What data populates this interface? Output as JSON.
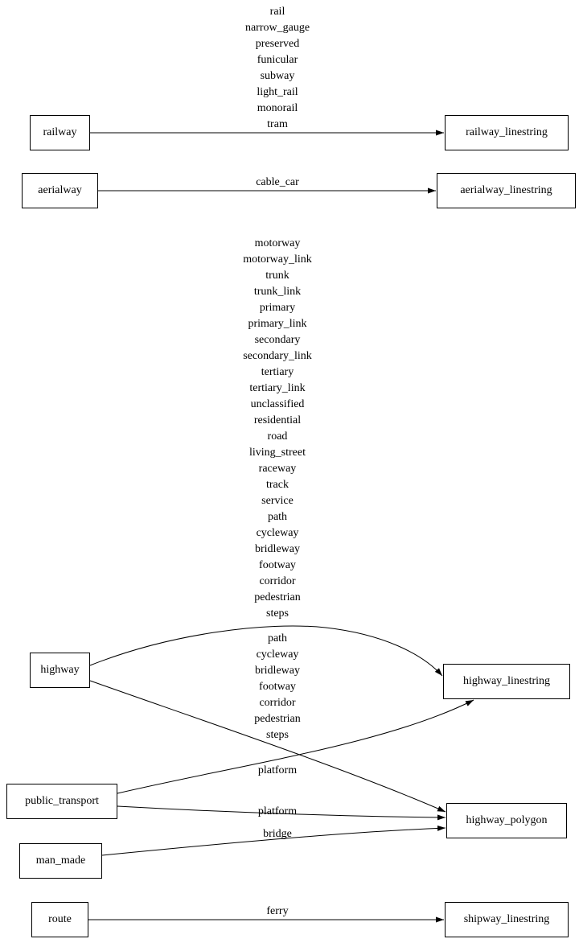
{
  "diagram": {
    "background_color": "#ffffff",
    "line_color": "#000000",
    "text_color": "#000000"
  },
  "nodes": {
    "railway": {
      "label": "railway"
    },
    "aerialway": {
      "label": "aerialway"
    },
    "highway": {
      "label": "highway"
    },
    "public_transport": {
      "label": "public_transport"
    },
    "man_made": {
      "label": "man_made"
    },
    "route": {
      "label": "route"
    },
    "railway_linestring": {
      "label": "railway_linestring"
    },
    "aerialway_linestring": {
      "label": "aerialway_linestring"
    },
    "highway_linestring": {
      "label": "highway_linestring"
    },
    "highway_polygon": {
      "label": "highway_polygon"
    },
    "shipway_linestring": {
      "label": "shipway_linestring"
    }
  },
  "edges": {
    "railway_to_railway_linestring": {
      "from": "railway",
      "to": "railway_linestring",
      "labels": [
        "rail",
        "narrow_gauge",
        "preserved",
        "funicular",
        "subway",
        "light_rail",
        "monorail",
        "tram"
      ]
    },
    "aerialway_to_aerialway_linestring": {
      "from": "aerialway",
      "to": "aerialway_linestring",
      "labels": [
        "cable_car"
      ]
    },
    "highway_to_highway_linestring": {
      "from": "highway",
      "to": "highway_linestring",
      "labels": [
        "motorway",
        "motorway_link",
        "trunk",
        "trunk_link",
        "primary",
        "primary_link",
        "secondary",
        "secondary_link",
        "tertiary",
        "tertiary_link",
        "unclassified",
        "residential",
        "road",
        "living_street",
        "raceway",
        "track",
        "service",
        "path",
        "cycleway",
        "bridleway",
        "footway",
        "corridor",
        "pedestrian",
        "steps"
      ]
    },
    "highway_to_highway_polygon": {
      "from": "highway",
      "to": "highway_polygon",
      "labels": [
        "path",
        "cycleway",
        "bridleway",
        "footway",
        "corridor",
        "pedestrian",
        "steps"
      ]
    },
    "public_transport_to_highway_linestring": {
      "from": "public_transport",
      "to": "highway_linestring",
      "labels": [
        "platform"
      ]
    },
    "public_transport_to_highway_polygon": {
      "from": "public_transport",
      "to": "highway_polygon",
      "labels": [
        "platform"
      ]
    },
    "man_made_to_highway_polygon": {
      "from": "man_made",
      "to": "highway_polygon",
      "labels": [
        "bridge"
      ]
    },
    "route_to_shipway_linestring": {
      "from": "route",
      "to": "shipway_linestring",
      "labels": [
        "ferry"
      ]
    }
  }
}
